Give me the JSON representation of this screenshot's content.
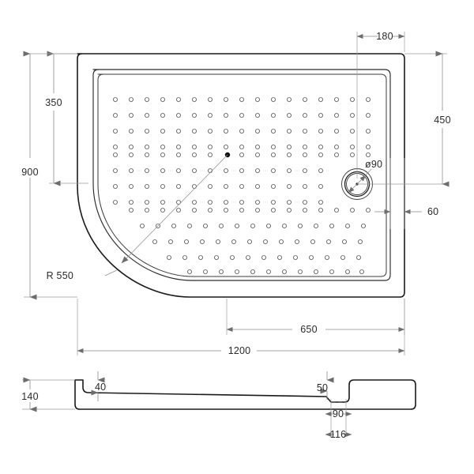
{
  "drawing": {
    "title": "Shower tray technical drawing",
    "views": {
      "plan": {
        "name": "plan-view",
        "radius_label": "R 550",
        "drain_label": "ø90"
      },
      "section": {
        "name": "section-view"
      }
    },
    "dimensions": {
      "top_offset": "180",
      "left_upper": "350",
      "left_total": "900",
      "right_upper": "450",
      "right_lower": "60",
      "bottom_partial": "650",
      "bottom_total": "1200",
      "section_height": "140",
      "section_lip_left": "40",
      "section_lip_right": "50",
      "section_drain_width": "90",
      "section_drain_offset": "116"
    },
    "colors": {
      "outline": "#1a1a1a",
      "dimension": "#8a8a8a",
      "text": "#2a2a2a",
      "dot": "#555555",
      "background": "#ffffff"
    }
  }
}
